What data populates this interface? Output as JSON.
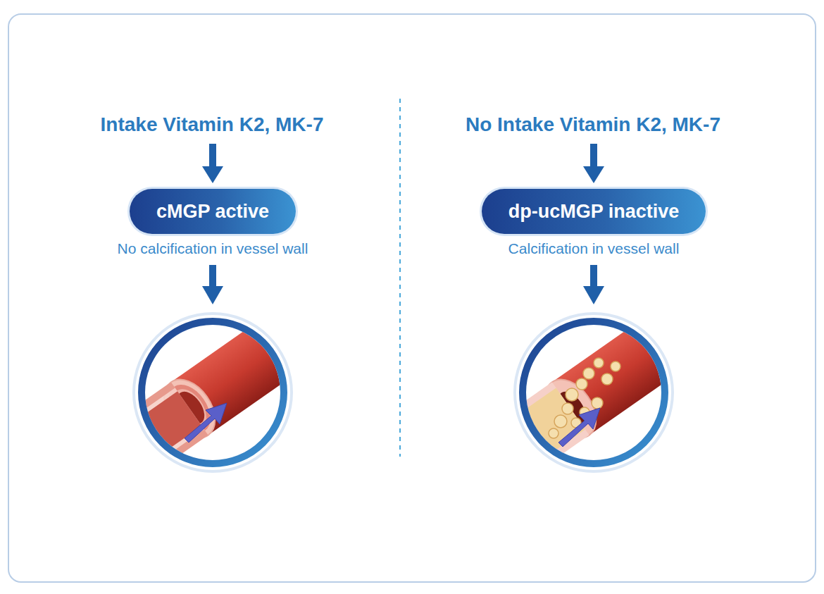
{
  "diagram": {
    "nodes": [
      {
        "text": [
          "Intake Vitamin K2, MK-7"
        ]
      },
      {
        "text": [
          "cMGP active",
          "No calcification in vessel wall"
        ]
      },
      {
        "text": [
          "No Intake Vitamin K2, MK-7"
        ]
      },
      {
        "text": [
          "dp-ucMGP inactive",
          "Calcification in vessel wall"
        ]
      }
    ],
    "edges": [
      {
        "from": 0,
        "to": 1,
        "arrow": "to"
      },
      {
        "from": 2,
        "to": 3,
        "arrow": "to"
      }
    ]
  }
}
